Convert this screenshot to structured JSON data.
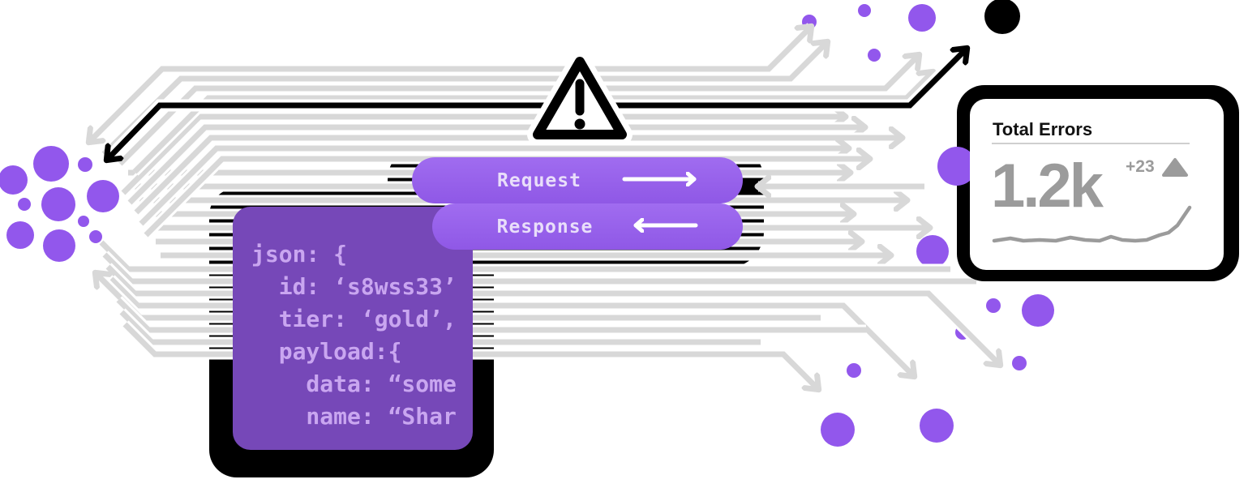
{
  "colors": {
    "dot_purple": "#9257EC",
    "pill_purple": "#9763EA",
    "pill_text": "#E9DEFA",
    "code_background": "#7648B8",
    "code_text": "#C9A6F0",
    "line_gray": "#D8D8D8",
    "stat_gray": "#9B9B9B",
    "divider_gray": "#CFCFCF",
    "black": "#000000",
    "white": "#FFFFFF"
  },
  "pills": {
    "request": {
      "label": "Request",
      "icon": "arrow-right-icon"
    },
    "response": {
      "label": "Response",
      "icon": "arrow-left-icon"
    }
  },
  "code_block": {
    "lines": [
      "json: {",
      "  id: ‘s8wss33’",
      "  tier: ‘gold’,",
      "  payload:{",
      "    data: “some",
      "    name: “Shar"
    ]
  },
  "error_card": {
    "title": "Total Errors",
    "value": "1.2k",
    "delta": "+23",
    "trend_icon": "triangle-up-icon",
    "sparkline": [
      3,
      3,
      4,
      3,
      3,
      4,
      3,
      3,
      4,
      3,
      3,
      4,
      5,
      9,
      16
    ]
  },
  "warning": {
    "icon": "alert-triangle-icon"
  },
  "chart_data": {
    "type": "line",
    "title": "Total Errors",
    "series": [
      {
        "name": "errors",
        "values": [
          3,
          3,
          4,
          3,
          3,
          4,
          3,
          3,
          4,
          3,
          3,
          4,
          5,
          9,
          16
        ]
      }
    ],
    "annotations": [
      "1.2k",
      "+23"
    ],
    "xlabel": "",
    "ylabel": "",
    "legend": false,
    "grid": false
  }
}
